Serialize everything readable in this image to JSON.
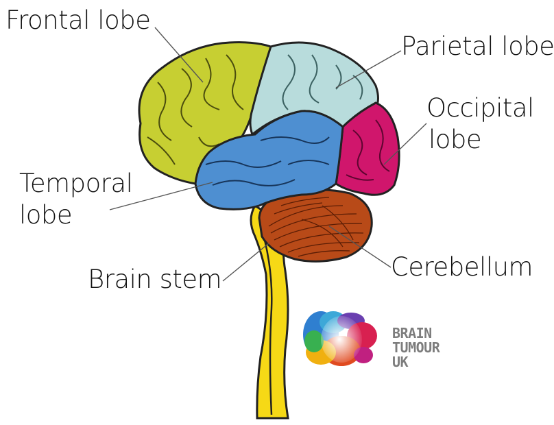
{
  "labels": {
    "frontal": "Frontal lobe",
    "parietal": "Parietal lobe",
    "occipital_1": "Occipital",
    "occipital_2": "lobe",
    "temporal_1": "Temporal",
    "temporal_2": "lobe",
    "brain_stem": "Brain stem",
    "cerebellum": "Cerebellum"
  },
  "logo": {
    "line1": "BRAIN",
    "line2": "TUMOUR",
    "line3": "UK"
  },
  "colors": {
    "frontal": "#c7cf32",
    "parietal": "#b8dcdc",
    "occipital": "#d0166c",
    "temporal": "#4e8fd1",
    "cerebellum": "#b84a18",
    "brain_stem": "#f6d916",
    "outline": "#222222"
  }
}
